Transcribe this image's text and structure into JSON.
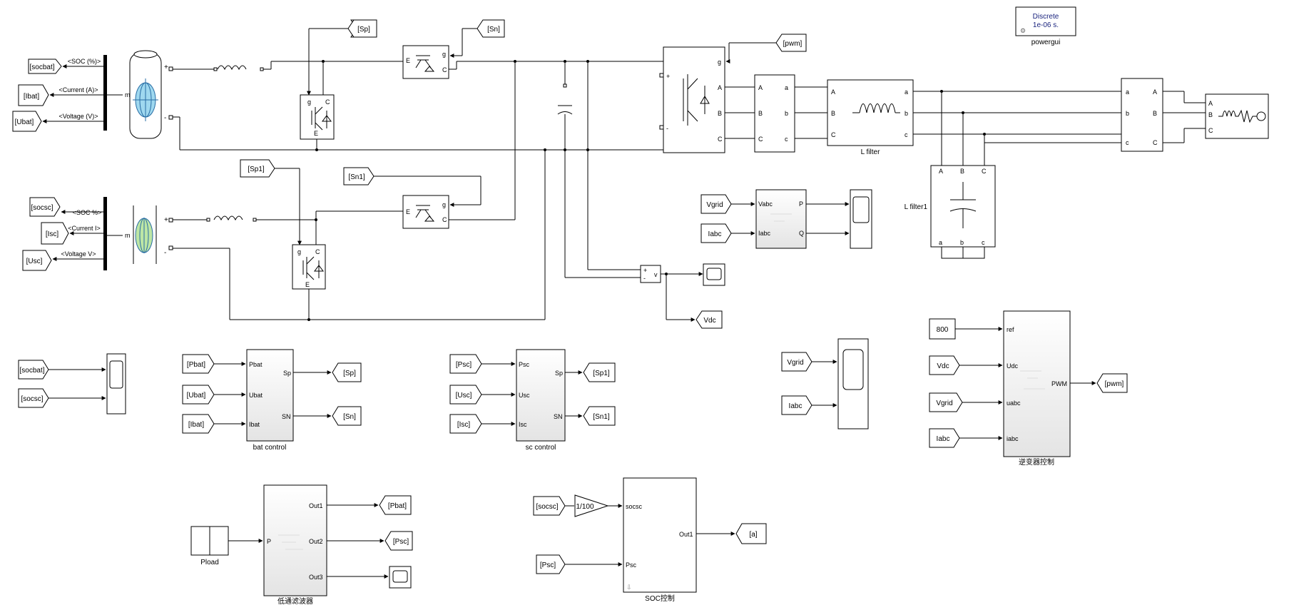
{
  "powergui": {
    "line1": "Discrete",
    "line2": "1e-06 s.",
    "label": "powergui"
  },
  "tags": {
    "socbat": "[socbat]",
    "ibat": "[Ibat]",
    "ubat": "[Ubat]",
    "sp": "[Sp]",
    "sn": "[Sn]",
    "sp1": "[Sp1]",
    "sn1": "[Sn1]",
    "pwm": "[pwm]",
    "socsc": "[socsc]",
    "isc": "[Isc]",
    "usc": "[Usc]",
    "vgrid": "Vgrid",
    "iabc": "Iabc",
    "vdc": "Vdc",
    "pbat": "[Pbat]",
    "psc": "[Psc]",
    "a": "[a]",
    "c800": "800"
  },
  "bus_labels": {
    "soc_pct": "<SOC (%)>",
    "current_a": "<Current (A)>",
    "voltage_v": "<Voltage (V)>",
    "soc_sc": "<SOC %>",
    "current_i": "<Current I>",
    "voltage_sc": "<Voltage V>",
    "m": "m"
  },
  "ports": {
    "g": "g",
    "e": "E",
    "c": "C",
    "A": "A",
    "B": "B",
    "C": "C",
    "a": "a",
    "b": "b",
    "c_low": "c",
    "plus": "+",
    "minus": "-",
    "v": "v",
    "vabc": "Vabc",
    "iabc": "Iabc",
    "p": "P",
    "q": "Q",
    "pbat": "Pbat",
    "ubat": "Ubat",
    "ibat": "Ibat",
    "sp": "Sp",
    "sn": "SN",
    "psc": "Psc",
    "usc": "Usc",
    "isc": "Isc",
    "ref": "ref",
    "udc": "Udc",
    "uabc": "uabc",
    "iabc_low": "iabc",
    "pwm": "PWM",
    "p_in": "P",
    "out1": "Out1",
    "out2": "Out2",
    "out3": "Out3",
    "socsc": "socsc",
    "psc_in": "Psc"
  },
  "block_labels": {
    "lfilter": "L filter",
    "lfilter1": "L filter1",
    "bat_control": "bat control",
    "sc_control": "sc control",
    "inverter_control": "逆变器控制",
    "pload": "Pload",
    "lowpass": "低通滤波器",
    "soc_control": "SOC控制",
    "gain": "1/100"
  }
}
